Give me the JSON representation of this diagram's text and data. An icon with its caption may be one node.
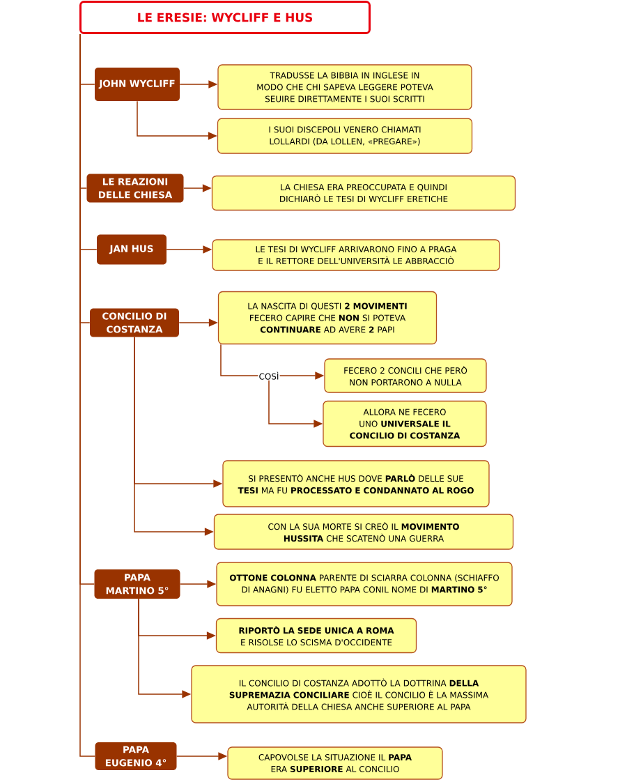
{
  "diagram": {
    "nodes": [
      {
        "text": [
          "LE ERESIE: WYCLIFF E HUS"
        ]
      },
      {
        "text": [
          "JOHN WYCLIFF"
        ]
      },
      {
        "text": [
          "TRADUSSE LA BIBBIA IN INGLESE IN MODO CHE CHI SAPEVA LEGGERE POTEVA SEUIRE DIRETTAMENTE I SUOI SCRITTI"
        ]
      },
      {
        "text": [
          "I SUOI DISCEPOLI VENERO CHIAMATI LOLLARDI (DA LOLLEN, «PREGARE»)"
        ]
      },
      {
        "text": [
          "LE REAZIONI DELLE CHIESA"
        ]
      },
      {
        "text": [
          "LA CHIESA ERA PREOCCUPATA E QUINDI DICHIARÒ LE TESI DI WYCLIFF ERETICHE"
        ]
      },
      {
        "text": [
          "JAN HUS"
        ]
      },
      {
        "text": [
          "LE TESI DI WYCLIFF ARRIVARONO FINO A PRAGA E IL RETTORE DELL'UNIVERSITÀ LE ABBRACCIÒ"
        ]
      },
      {
        "text": [
          "CONCILIO DI COSTANZA"
        ]
      },
      {
        "text": [
          "LA NASCITA DI QUESTI **2 MOVIMENTI** FECERO CAPIRE CHE **NON** SI POTEVA **CONTINUARE** AD AVERE **2** PAPI"
        ]
      },
      {
        "text": [
          "COSÌ"
        ]
      },
      {
        "text": [
          "FECERO 2 CONCILI CHE PERÒ NON PORTARONO A NULLA"
        ]
      },
      {
        "text": [
          "ALLORA NE FECERO UNO **UNIVERSALE IL CONCILIO DI COSTANZA**"
        ]
      },
      {
        "text": [
          "SI PRESENTÒ ANCHE HUS DOVE **PARLÒ** DELLE SUE **TESI** MA FU **PROCESSATO E CONDANNATO AL ROGO**"
        ]
      },
      {
        "text": [
          "CON LA SUA MORTE SI CREÒ IL **MOVIMENTO HUSSITA** CHE SCATENÒ UNA GUERRA"
        ]
      },
      {
        "text": [
          "PAPA MARTINO 5°"
        ]
      },
      {
        "text": [
          "**OTTONE COLONNA** PARENTE DI SCIARRA COLONNA (SCHIAFFO DI ANAGNI) FU ELETTO PAPA CONIL NOME DI **MARTINO 5°**"
        ]
      },
      {
        "text": [
          "**RIPORTÒ LA SEDE UNICA A ROMA** E RISOLSE LO SCISMA D'OCCIDENTE"
        ]
      },
      {
        "text": [
          "IL CONCILIO DI COSTANZA ADOTTÒ LA DOTTRINA **DELLA SUPREMAZIA CONCILIARE** CIOÈ IL CONCILIO È LA MASSIMA AUTORITÀ DELLA CHIESA ANCHE SUPERIORE AL PAPA"
        ]
      },
      {
        "text": [
          "PAPA EUGENIO 4°"
        ]
      },
      {
        "text": [
          "CAPOVOLSE LA SITUAZIONE IL **PAPA** ERA **SUPERIORE** AL CONCILIO"
        ]
      }
    ],
    "edges": [
      {
        "from": 0,
        "to": 1,
        "arrow": "none"
      },
      {
        "from": 0,
        "to": 4,
        "arrow": "none"
      },
      {
        "from": 0,
        "to": 6,
        "arrow": "none"
      },
      {
        "from": 0,
        "to": 8,
        "arrow": "none"
      },
      {
        "from": 0,
        "to": 15,
        "arrow": "none"
      },
      {
        "from": 0,
        "to": 19,
        "arrow": "none"
      },
      {
        "from": 1,
        "to": 2,
        "arrow": "to"
      },
      {
        "from": 1,
        "to": 3,
        "arrow": "to"
      },
      {
        "from": 4,
        "to": 5,
        "arrow": "to"
      },
      {
        "from": 6,
        "to": 7,
        "arrow": "to"
      },
      {
        "from": 8,
        "to": 9,
        "arrow": "to"
      },
      {
        "from": 9,
        "to": 10,
        "arrow": "none"
      },
      {
        "from": 10,
        "to": 11,
        "arrow": "to"
      },
      {
        "from": 10,
        "to": 12,
        "arrow": "to"
      },
      {
        "from": 8,
        "to": 13,
        "arrow": "to"
      },
      {
        "from": 8,
        "to": 14,
        "arrow": "to"
      },
      {
        "from": 15,
        "to": 16,
        "arrow": "to"
      },
      {
        "from": 15,
        "to": 17,
        "arrow": "to"
      },
      {
        "from": 15,
        "to": 18,
        "arrow": "to"
      },
      {
        "from": 19,
        "to": 20,
        "arrow": "to"
      }
    ]
  }
}
